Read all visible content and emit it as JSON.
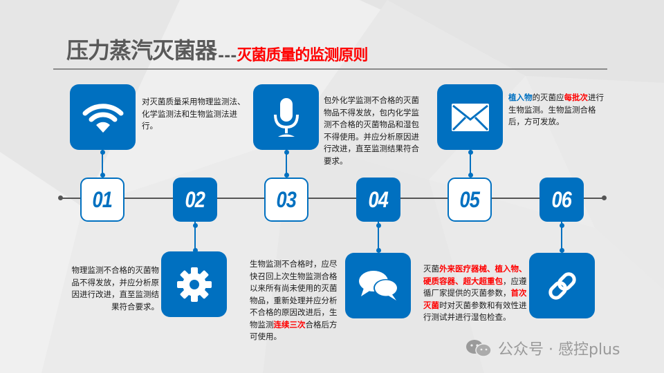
{
  "title": {
    "main": "压力蒸汽灭菌器",
    "separator": "---",
    "subtitle": "灭菌质量的监测原则"
  },
  "steps": [
    {
      "number": "01",
      "icon": "wifi-icon",
      "position": "top",
      "style": "outline",
      "text": [
        {
          "t": "对灭菌质量采用物理监测法、化学监测法和生物监测法进行。",
          "style": "normal"
        }
      ]
    },
    {
      "number": "02",
      "icon": "gear-icon",
      "position": "bottom",
      "style": "solid",
      "text": [
        {
          "t": "物理监测不合格的灭菌物品不得发放，并应分析原因进行改进，直至监测结果符合要求。",
          "style": "normal"
        }
      ]
    },
    {
      "number": "03",
      "icon": "microphone-icon",
      "position": "top",
      "style": "outline",
      "text": [
        {
          "t": "包外化学监测不合格的灭菌物品不得发放，包内化学监测不合格的灭菌物品和湿包不得使用。并应分析原因进行改进，直至监测结果符合要求。",
          "style": "normal"
        }
      ]
    },
    {
      "number": "04",
      "icon": "chat-bubbles-icon",
      "position": "bottom",
      "style": "solid",
      "text": [
        {
          "t": "生物监测不合格时，应尽快召回上次生物监测合格以来所有尚未使用的灭菌物品，重新处理并应分析不合格的原因改进后，生物监测",
          "style": "normal"
        },
        {
          "t": "连续三次",
          "style": "red"
        },
        {
          "t": "合格后方可使用。",
          "style": "normal"
        }
      ]
    },
    {
      "number": "05",
      "icon": "envelope-icon",
      "position": "top",
      "style": "outline",
      "text": [
        {
          "t": "植入物",
          "style": "blue"
        },
        {
          "t": "的灭菌应",
          "style": "normal"
        },
        {
          "t": "每批次",
          "style": "red"
        },
        {
          "t": "进行生物监测。生物监测合格后，方可发放。",
          "style": "normal"
        }
      ]
    },
    {
      "number": "06",
      "icon": "link-icon",
      "position": "bottom",
      "style": "solid",
      "text": [
        {
          "t": "灭菌",
          "style": "normal"
        },
        {
          "t": "外来医疗器械、植入物、硬质容器、超大超重包",
          "style": "red"
        },
        {
          "t": "，应遵循厂家提供的灭菌参数，",
          "style": "normal"
        },
        {
          "t": "首次灭菌",
          "style": "red"
        },
        {
          "t": "时对灭菌参数和有效性进行测试并进行湿包检查。",
          "style": "normal"
        }
      ]
    }
  ],
  "watermark": {
    "icon": "wechat-icon",
    "text": "公众号 · 感控plus"
  },
  "colors": {
    "accent": "#0070c0",
    "highlight": "#ff0000",
    "title_gray": "#595959",
    "background": "#ebebeb"
  }
}
